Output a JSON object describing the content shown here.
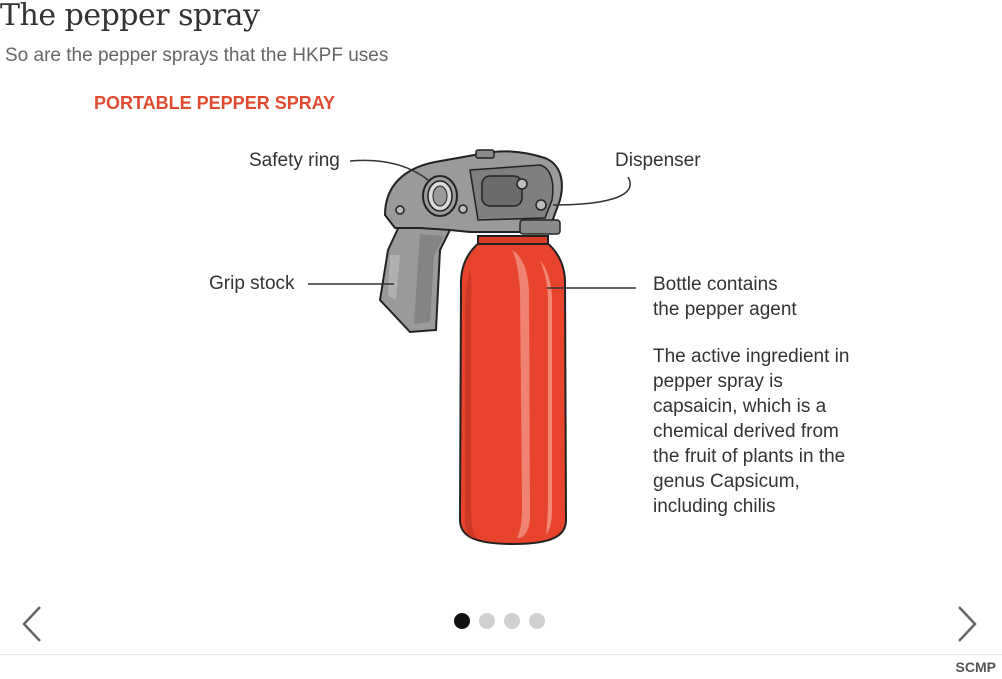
{
  "header": {
    "title": "The pepper spray",
    "subtitle": "So are the pepper sprays that the HKPF uses"
  },
  "panel": {
    "heading": "PORTABLE PEPPER SPRAY",
    "labels": {
      "safety_ring": "Safety ring",
      "dispenser": "Dispenser",
      "grip_stock": "Grip stock",
      "bottle_line1": "Bottle contains",
      "bottle_line2": "the pepper agent"
    },
    "description_lines": [
      "The active ingredient in",
      "pepper spray is",
      "capsaicin, which is a",
      "chemical derived from",
      "the fruit of plants in the",
      "genus Capsicum,",
      "including chilis"
    ]
  },
  "carousel": {
    "prev_icon": "chevron-left-icon",
    "next_icon": "chevron-right-icon",
    "slide_count": 4,
    "active_slide": 1
  },
  "footer": {
    "credit": "SCMP"
  },
  "colors": {
    "accent": "#e04a2f",
    "bottle": "#e8432c",
    "handle": "#8a8a8a",
    "active_dot": "#111111",
    "inactive_dot": "#d0d0d0"
  }
}
